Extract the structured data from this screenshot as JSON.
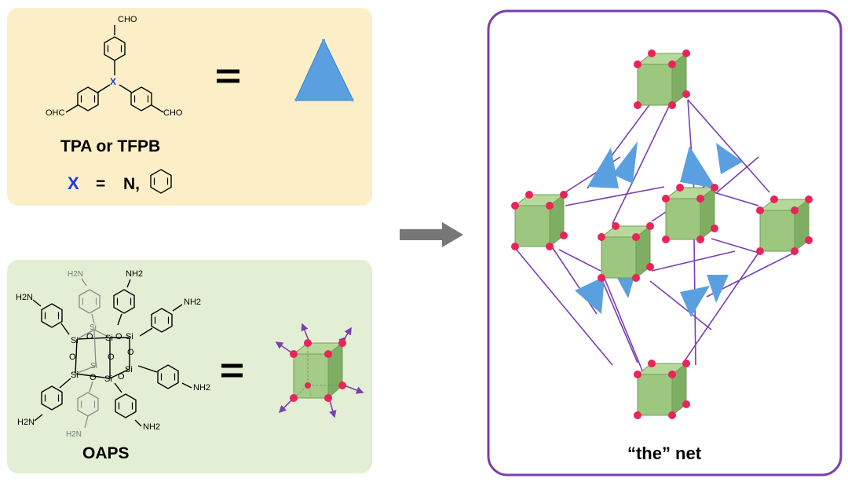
{
  "panel_top": {
    "substituent_cho": "CHO",
    "substituent_ohc": "OHC",
    "x_atom": "X",
    "compound_label": "TPA or TFPB",
    "x_symbol": "X",
    "x_equals": "=",
    "x_options": "N,"
  },
  "panel_bottom": {
    "amine": "NH2",
    "amine_reversed": "H2N",
    "silicon": "Si",
    "oxygen": "O",
    "compound_label": "OAPS"
  },
  "panel_net": {
    "label": "“the” net"
  },
  "colors": {
    "top_panel_bg": "#fcefc8",
    "bottom_panel_bg": "#e3efd4",
    "net_border": "#7a3fb0",
    "cube_front": "#9dc77f",
    "cube_side": "#7fae62",
    "triangle": "#5aa0e0",
    "node": "#e8245a",
    "arrow": "#777777",
    "x_atom": "#1f3bd6"
  }
}
